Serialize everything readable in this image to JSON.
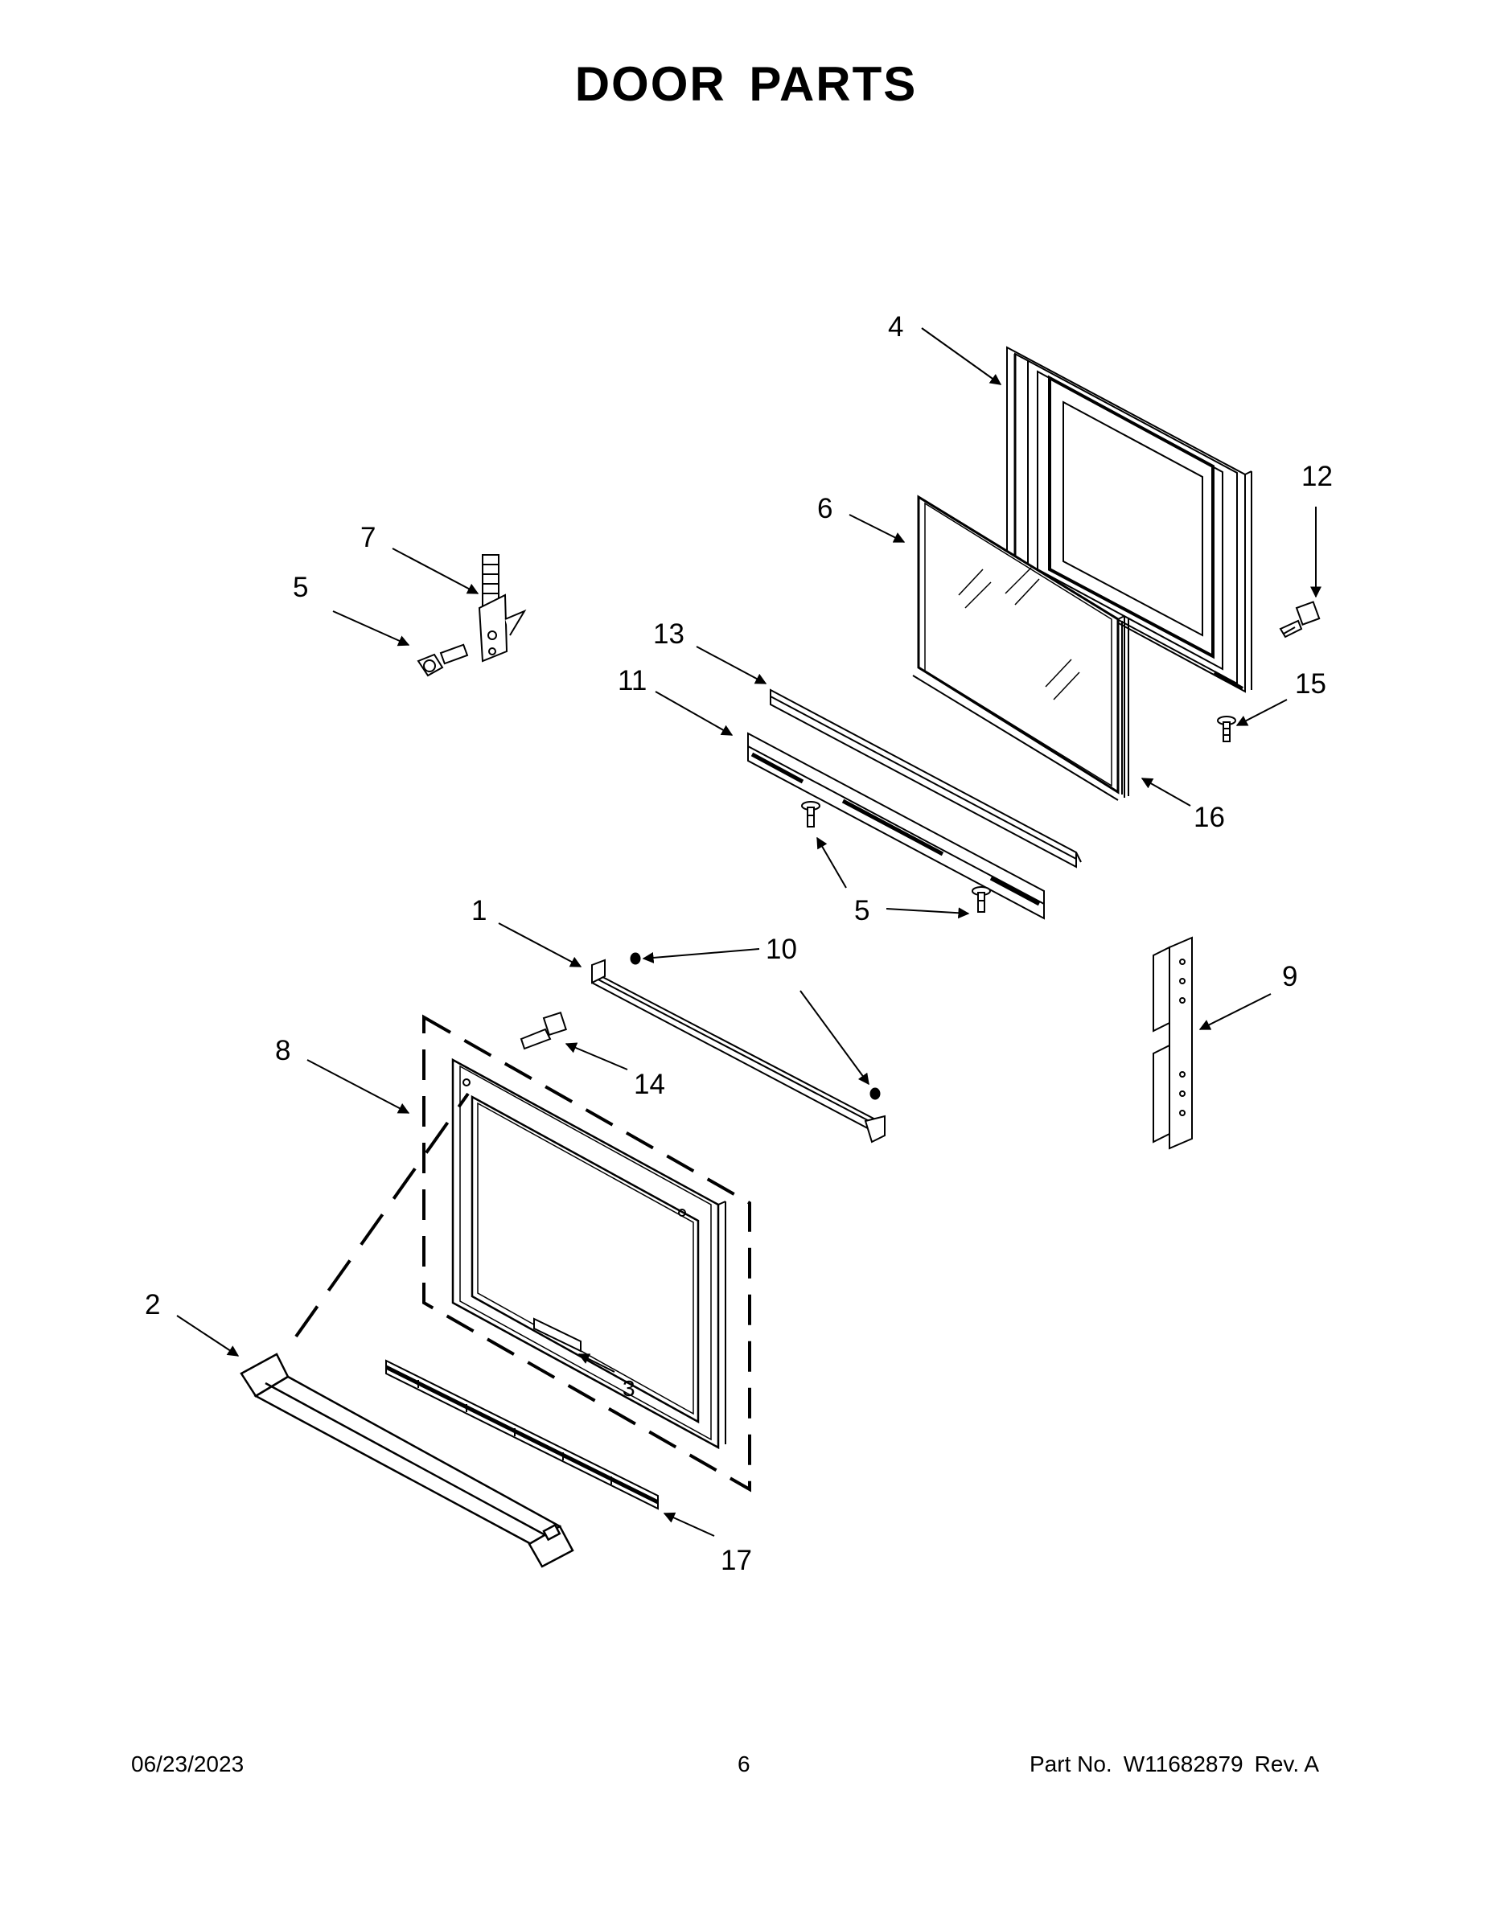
{
  "title": "DOOR PARTS",
  "callouts": {
    "c1": "1",
    "c2": "2",
    "c3": "3",
    "c4": "4",
    "c5a": "5",
    "c5b": "5",
    "c5c": "5",
    "c6": "6",
    "c7": "7",
    "c8": "8",
    "c9": "9",
    "c10": "10",
    "c11": "11",
    "c12": "12",
    "c13": "13",
    "c14": "14",
    "c15": "15",
    "c16": "16",
    "c17": "17"
  },
  "footer": {
    "date": "06/23/2023",
    "page": "6",
    "part_label": "Part No.",
    "part_number": "W11682879",
    "revision": "Rev.  A"
  }
}
